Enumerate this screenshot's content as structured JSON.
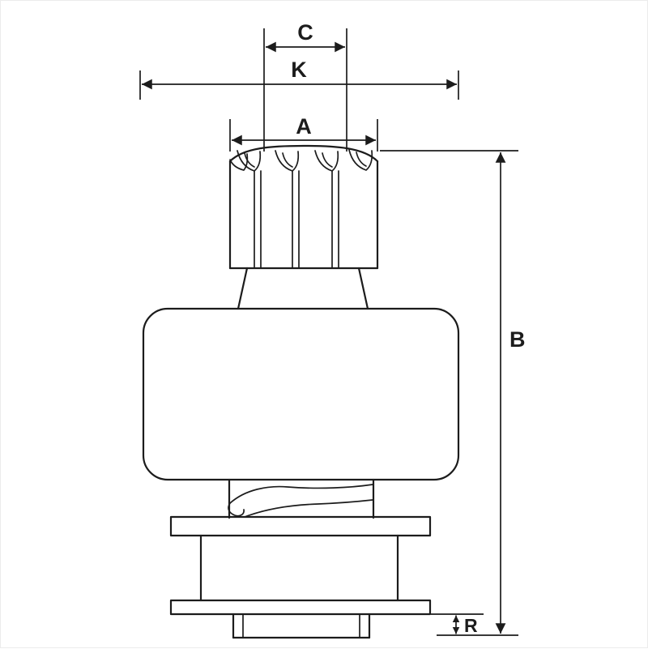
{
  "diagram": {
    "type": "technical-line-drawing",
    "subject": "starter-drive-pinion",
    "colors": {
      "background": "#ffffff",
      "line": "#1c1c1c"
    },
    "dimensions": {
      "c": {
        "label": "C"
      },
      "k": {
        "label": "K"
      },
      "a": {
        "label": "A"
      },
      "b": {
        "label": "B"
      },
      "r": {
        "label": "R"
      }
    }
  }
}
